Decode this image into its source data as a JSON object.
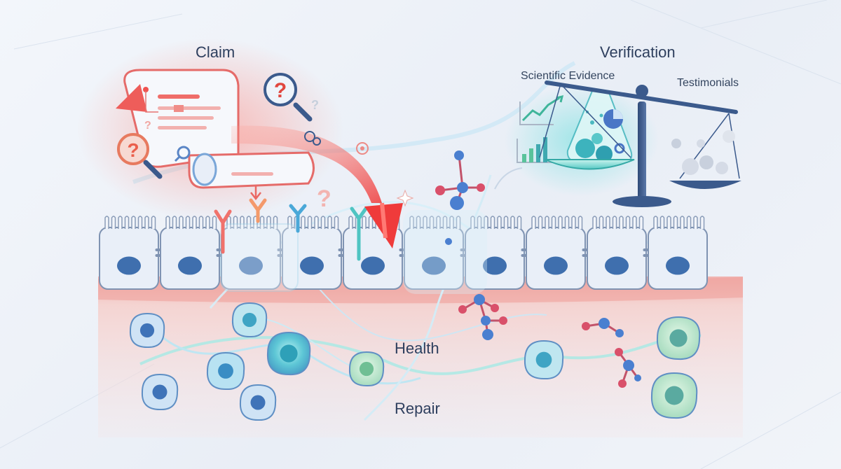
{
  "labels": {
    "claim": "Claim",
    "verification": "Verification",
    "scientific_evidence": "Scientific Evidence",
    "testimonials": "Testimonials",
    "health": "Health",
    "repair": "Repair"
  },
  "icons": {
    "claim_scroll": "scroll-document-icon",
    "magnifier": "magnifier-question-icon",
    "scale": "balance-scale-icon",
    "molecule": "molecule-icon",
    "receptor": "receptor-icon",
    "epithelial_cell": "epithelial-cell-icon",
    "immune_cell": "immune-cell-icon",
    "line_chart": "line-chart-icon",
    "bar_chart": "bar-chart-icon",
    "pie_chart": "pie-chart-icon",
    "gear": "gear-icon"
  },
  "colors": {
    "claim_red": "#ef5350",
    "cell_fill": "#e9eff8",
    "nucleus": "#3f6fae",
    "tissue_pink": "#f2b8b4",
    "scale_blue": "#3b5a8c",
    "glow_teal": "#3fc6c7",
    "molecule_blue": "#4a7fd0",
    "molecule_red": "#d9506a"
  }
}
